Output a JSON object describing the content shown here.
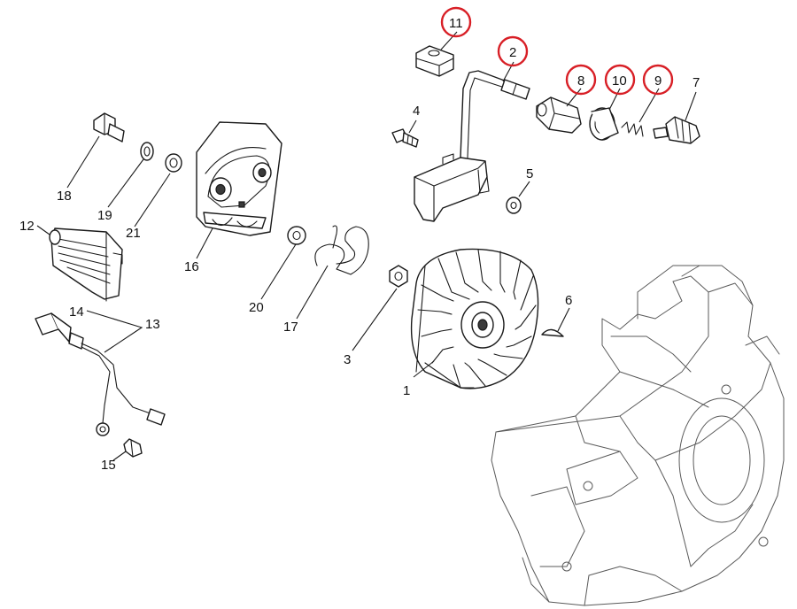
{
  "highlight_color": "#d81f26",
  "callouts": [
    {
      "id": "c1",
      "label": "1",
      "circled": false
    },
    {
      "id": "c2",
      "label": "2",
      "circled": true
    },
    {
      "id": "c3",
      "label": "3",
      "circled": false
    },
    {
      "id": "c4",
      "label": "4",
      "circled": false
    },
    {
      "id": "c5",
      "label": "5",
      "circled": false
    },
    {
      "id": "c6",
      "label": "6",
      "circled": false
    },
    {
      "id": "c7",
      "label": "7",
      "circled": false
    },
    {
      "id": "c8",
      "label": "8",
      "circled": true
    },
    {
      "id": "c9",
      "label": "9",
      "circled": true
    },
    {
      "id": "c10",
      "label": "10",
      "circled": true
    },
    {
      "id": "c11",
      "label": "11",
      "circled": true
    },
    {
      "id": "c12",
      "label": "12",
      "circled": false
    },
    {
      "id": "c13",
      "label": "13",
      "circled": false
    },
    {
      "id": "c14",
      "label": "14",
      "circled": false
    },
    {
      "id": "c15",
      "label": "15",
      "circled": false
    },
    {
      "id": "c16",
      "label": "16",
      "circled": false
    },
    {
      "id": "c17",
      "label": "17",
      "circled": false
    },
    {
      "id": "c18",
      "label": "18",
      "circled": false
    },
    {
      "id": "c19",
      "label": "19",
      "circled": false
    },
    {
      "id": "c20",
      "label": "20",
      "circled": false
    },
    {
      "id": "c21",
      "label": "21",
      "circled": false
    }
  ]
}
